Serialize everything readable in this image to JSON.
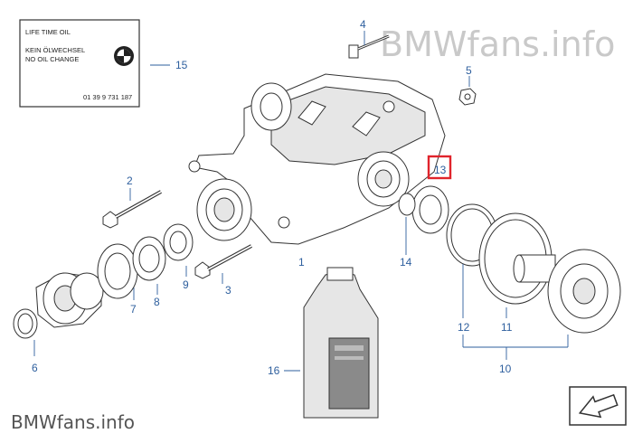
{
  "watermark_top": "BMWfans.info",
  "watermark_bottom": "BMWfans.info",
  "oil_label": {
    "line1": "LIFE TIME OIL",
    "line2": "KEIN ÖLWECHSEL",
    "line3": "NO OIL CHANGE",
    "part_no": "01 39 9 731 187"
  },
  "callouts": {
    "c1": "1",
    "c2": "2",
    "c3": "3",
    "c4": "4",
    "c5": "5",
    "c6": "6",
    "c7": "7",
    "c8": "8",
    "c9": "9",
    "c10": "10",
    "c11": "11",
    "c12": "12",
    "c13": "13",
    "c14": "14",
    "c15": "15",
    "c16": "16"
  },
  "highlighted_callout": "13",
  "colors": {
    "callout": "#2e5f9e",
    "highlight": "#e0242c",
    "watermark": "#c9c9c9"
  }
}
